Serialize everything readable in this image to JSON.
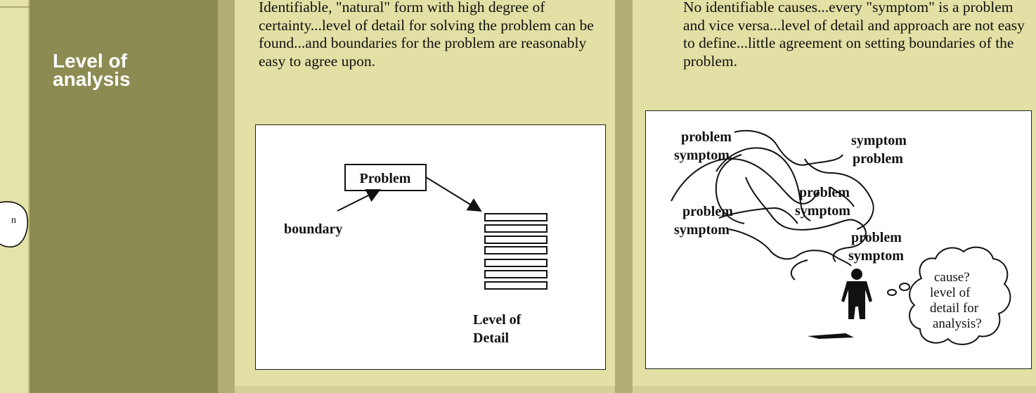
{
  "row_title": "Level of analysis",
  "well_structured": {
    "text": "Identifiable, \"natural\" form with high degree of certainty...level of detail for solving the problem can be found...and boundaries for the problem are reasonably easy to agree upon.",
    "diagram": {
      "problem_label": "Problem",
      "boundary_label": "boundary",
      "level_label_line1": "Level of",
      "level_label_line2": "Detail"
    }
  },
  "ill_structured": {
    "text": "No identifiable causes...every \"symptom\" is a problem and vice versa...level of detail and approach are not easy to define...little agreement on setting boundaries of the problem.",
    "diagram": {
      "word_pairs": [
        {
          "top": "problem",
          "bottom": "symptom."
        },
        {
          "top": "symptom",
          "bottom": "problem"
        },
        {
          "top": "problem",
          "bottom": "symptom"
        },
        {
          "top": "problem",
          "bottom": "symptom"
        },
        {
          "top": "problem",
          "bottom": "symptom"
        }
      ],
      "thought_lines": [
        "cause?",
        "level of",
        "detail for",
        "analysis?"
      ]
    }
  },
  "left_fragment_letter": "n"
}
